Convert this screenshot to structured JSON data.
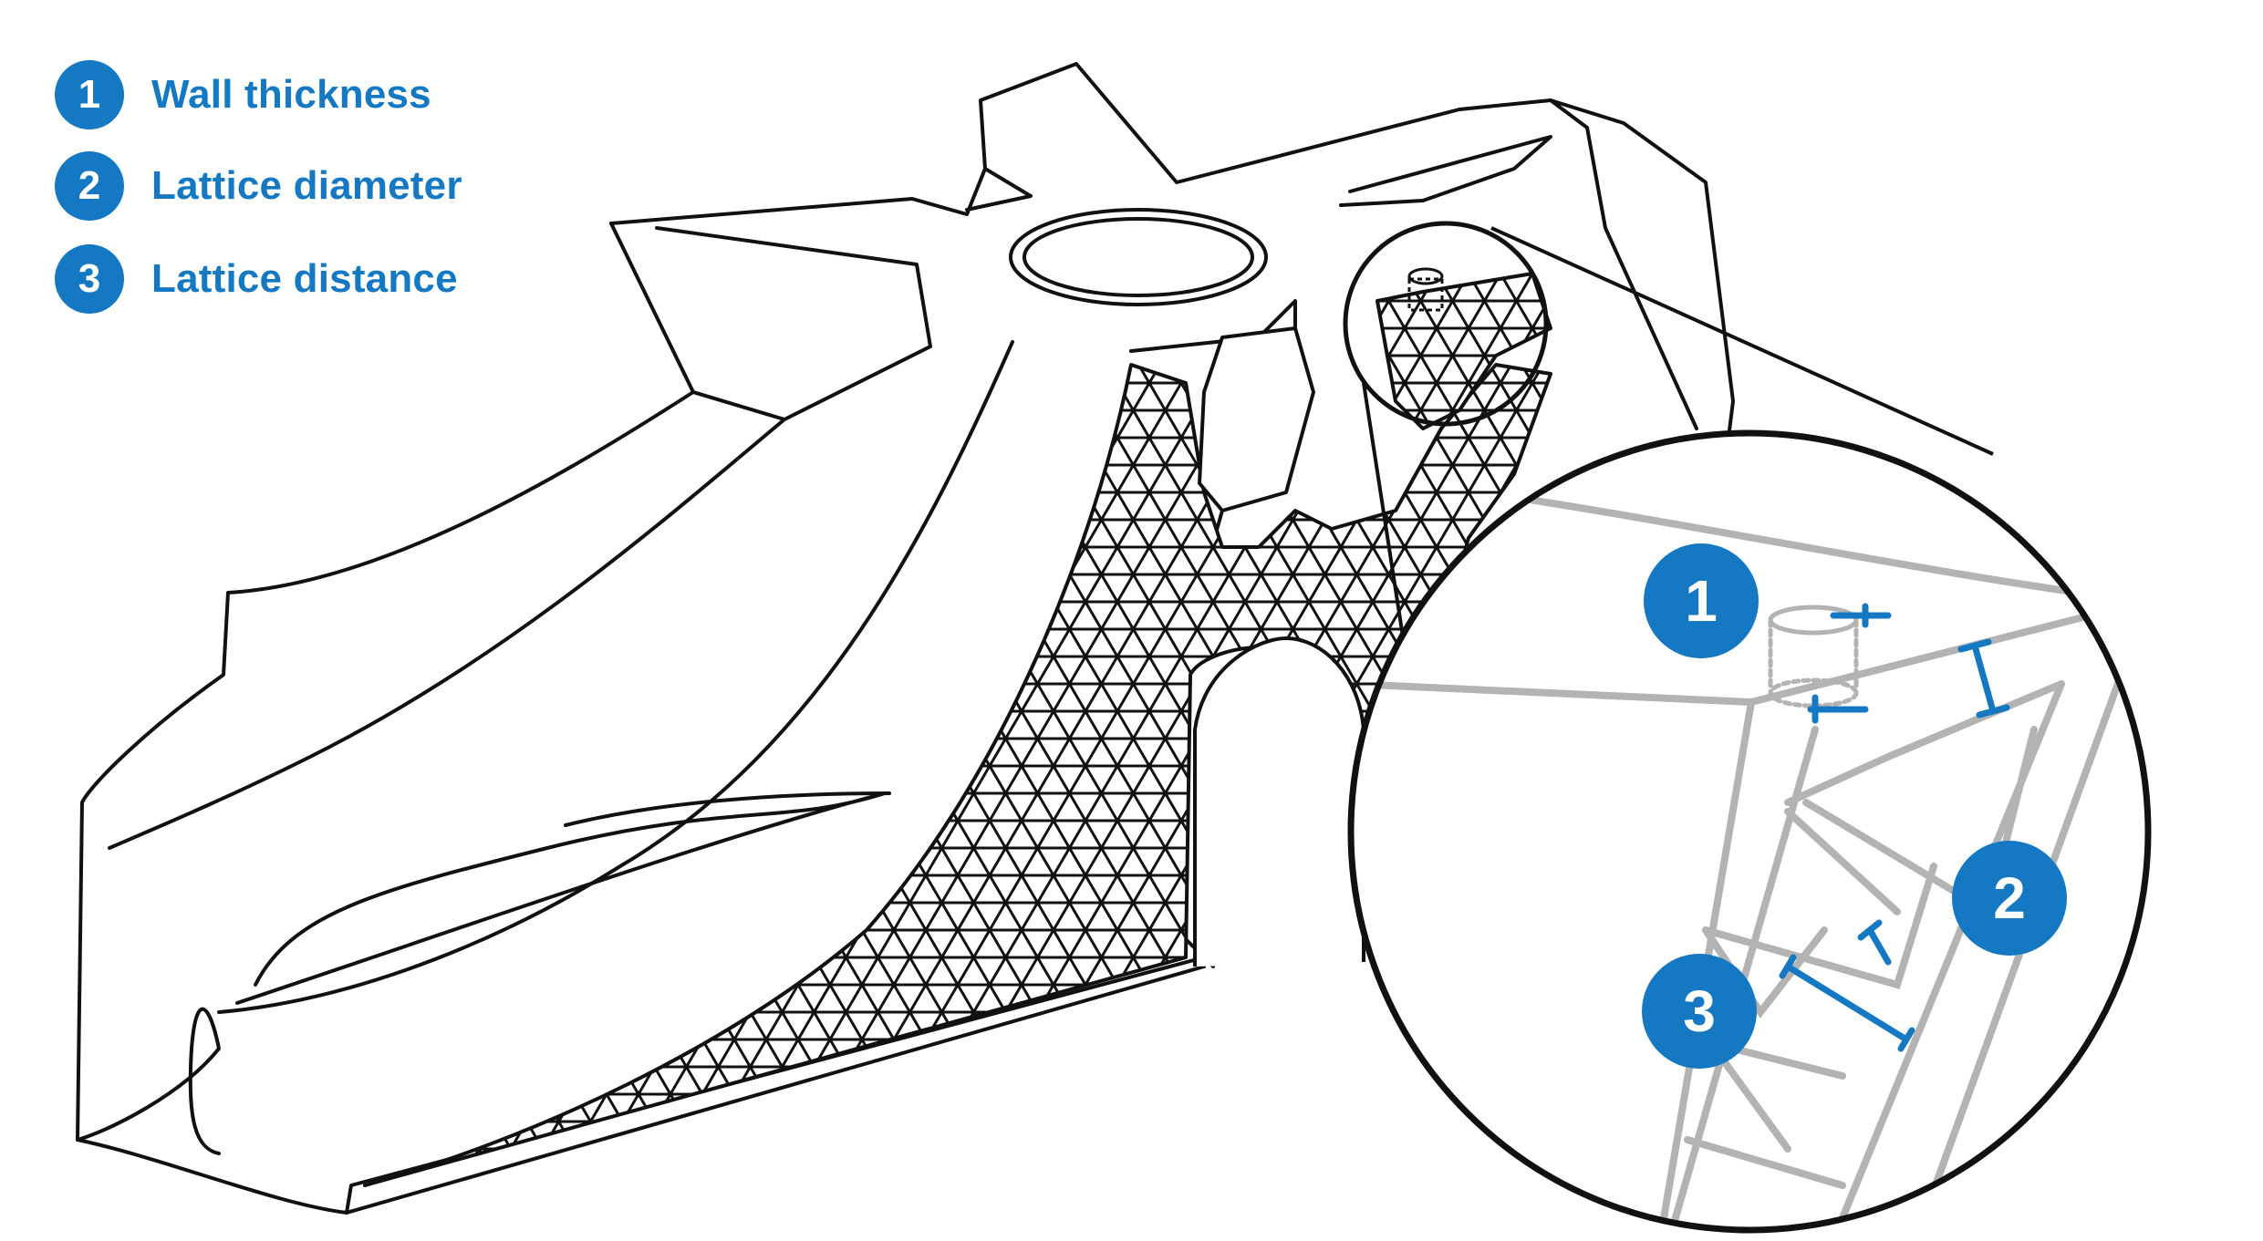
{
  "colors": {
    "accent": "#1478c3",
    "line": "#111111",
    "lattice_gray": "#b3b3b3"
  },
  "legend": [
    {
      "number": "1",
      "label": "Wall thickness"
    },
    {
      "number": "2",
      "label": "Lattice diameter"
    },
    {
      "number": "3",
      "label": "Lattice distance"
    }
  ],
  "zoom_callouts": {
    "c1": "1",
    "c2": "2",
    "c3": "3"
  }
}
